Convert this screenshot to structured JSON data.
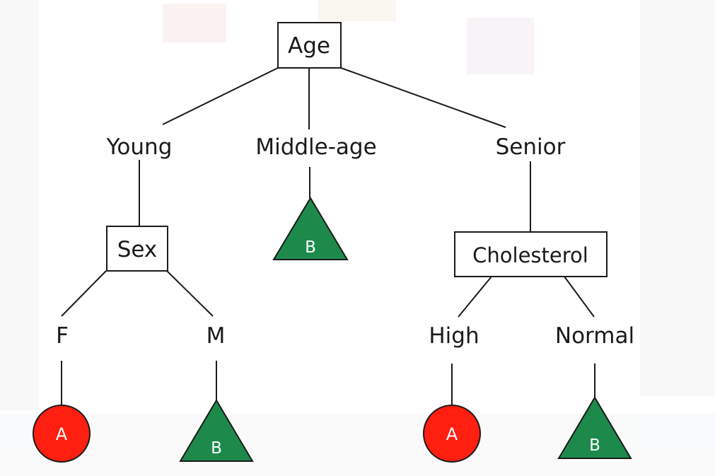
{
  "colors": {
    "box_fill": "#ffffff",
    "line": "#1a1a1a",
    "text": "#1a1a1a",
    "class_a": "#ff1f10",
    "class_b": "#1d8a4c",
    "leaf_label": "#ffffff"
  },
  "nodes": {
    "age": "Age",
    "sex": "Sex",
    "cholesterol": "Cholesterol"
  },
  "branches": {
    "young": "Young",
    "middle_age": "Middle-age",
    "senior": "Senior",
    "f": "F",
    "m": "M",
    "high": "High",
    "normal": "Normal"
  },
  "leaves": {
    "middle_age": "B",
    "f": "A",
    "m": "B",
    "high": "A",
    "normal": "B"
  }
}
